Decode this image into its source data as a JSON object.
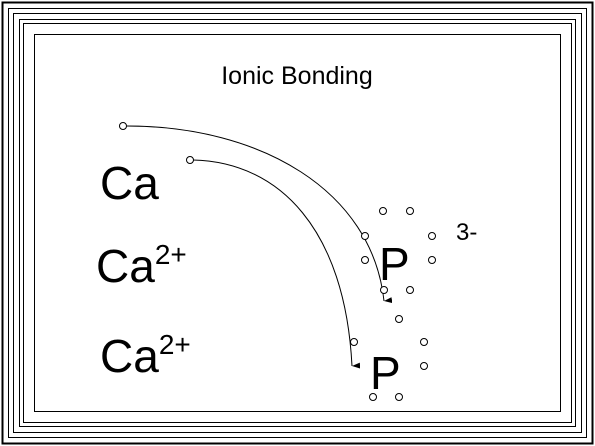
{
  "title": "Ionic Bonding",
  "atoms": {
    "ca_neutral": {
      "symbol": "Ca"
    },
    "ca_ion_1": {
      "symbol": "Ca",
      "charge": "2+"
    },
    "ca_ion_2": {
      "symbol": "Ca",
      "charge": "2+"
    },
    "p_upper": {
      "symbol": "P",
      "charge": "3-"
    },
    "p_lower": {
      "symbol": "P"
    }
  },
  "colors": {
    "ink": "#000000",
    "background": "#ffffff"
  }
}
